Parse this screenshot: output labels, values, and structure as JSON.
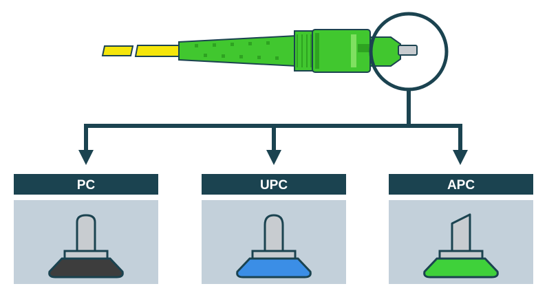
{
  "colors": {
    "navy": "#1b4350",
    "cable_yellow": "#f5e60b",
    "connector_green": "#41c72f",
    "connector_green_dark": "#2ea321",
    "connector_green_light": "#7fe061",
    "ferrule_gray": "#c8ccd0",
    "panel_bg": "#c3d0da",
    "label_text": "#ffffff"
  },
  "connector": {
    "highlight": "endface-magnifier-circle"
  },
  "panels": [
    {
      "label": "PC",
      "endface": "flat-rounded",
      "base_color": "#3d3d3d"
    },
    {
      "label": "UPC",
      "endface": "domed",
      "base_color": "#3b8ee6"
    },
    {
      "label": "APC",
      "endface": "angled",
      "base_color": "#3fd13a"
    }
  ]
}
